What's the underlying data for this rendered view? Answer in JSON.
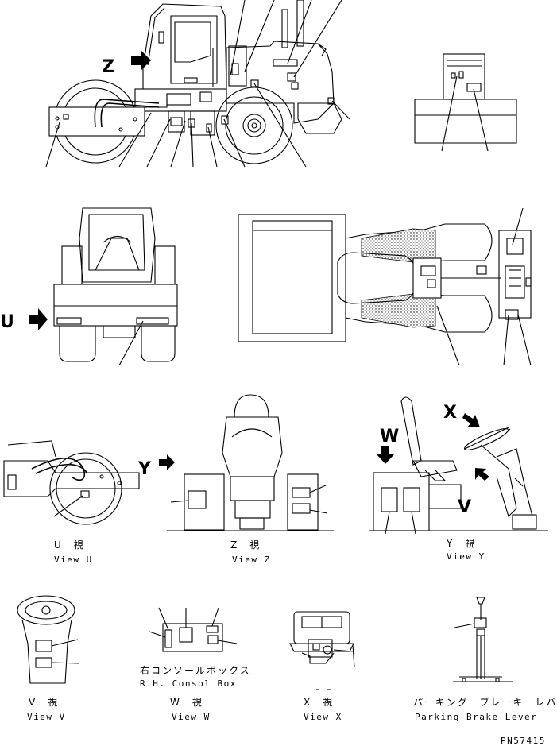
{
  "drawing_number": "PN57415",
  "view_arrows": {
    "z": "Z",
    "u": "U",
    "y": "Y",
    "w": "W",
    "x": "X",
    "v": "V"
  },
  "views": {
    "u": {
      "jp": "U　視",
      "en": "View U"
    },
    "z": {
      "jp": "Z　視",
      "en": "View Z"
    },
    "y": {
      "jp": "Y　視",
      "en": "View Y"
    },
    "v": {
      "jp": "V　視",
      "en": "View V"
    },
    "w": {
      "jp": "W　視",
      "en": "View W"
    },
    "x": {
      "jp": "X　視",
      "en": "View X"
    }
  },
  "consol_box": {
    "jp": "右コンソールボックス",
    "en": "R.H. Consol Box"
  },
  "parking_brake": {
    "jp": "パーキング　ブレーキ　レバー",
    "en": "Parking Brake Lever"
  },
  "colors": {
    "line": "#000000",
    "background": "#ffffff"
  }
}
